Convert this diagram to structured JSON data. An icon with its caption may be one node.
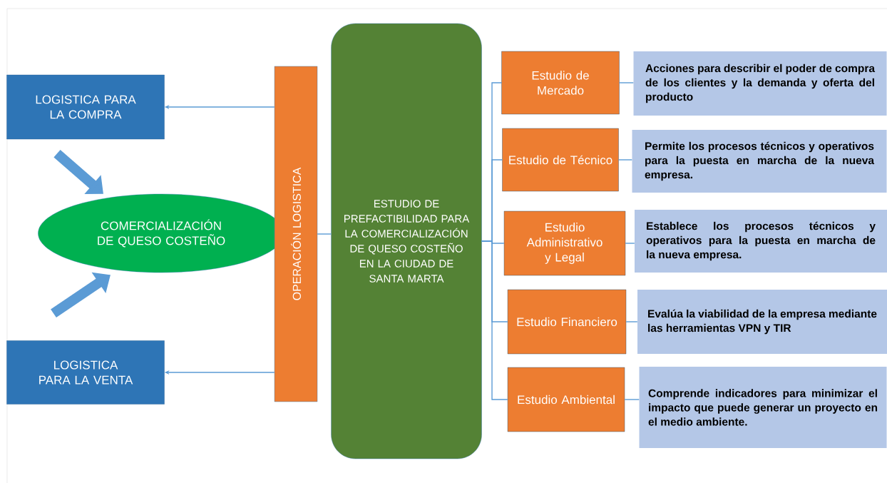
{
  "diagram": {
    "nodes": [
      {
        "text": [
          "LOGISTICA PARA LA COMPRA"
        ]
      },
      {
        "text": [
          "COMERCIALIZACIÓN DE QUESO COSTEÑO"
        ]
      },
      {
        "text": [
          "LOGISTICA PARA LA VENTA"
        ]
      },
      {
        "text": [
          "OPERACIÓN LOGISTICA"
        ]
      },
      {
        "text": [
          "ESTUDIO DE PREFACTIBILIDAD PARA LA COMERCIALIZACIÓN DE QUESO COSTEÑO EN LA CIUDAD DE SANTA MARTA"
        ]
      },
      {
        "text": [
          "Estudio de Mercado"
        ]
      },
      {
        "text": [
          "Acciones para describir el poder de compra de los clientes y la demanda y oferta del producto"
        ]
      },
      {
        "text": [
          "Estudio de Técnico"
        ]
      },
      {
        "text": [
          "Permite los procesos técnicos y operativos para la puesta en marcha de la nueva empresa."
        ]
      },
      {
        "text": [
          "Estudio Administrativo y Legal"
        ]
      },
      {
        "text": [
          "Establece los procesos técnicos y operativos para la puesta en marcha de la nueva empresa."
        ]
      },
      {
        "text": [
          "Estudio Financiero"
        ]
      },
      {
        "text": [
          "Evalúa la viabilidad de la empresa mediante las herramientas VPN y TIR"
        ]
      },
      {
        "text": [
          "Estudio Ambiental"
        ]
      },
      {
        "text": [
          "Comprende indicadores para minimizar el impacto que puede generar un proyecto en el medio ambiente."
        ]
      }
    ],
    "edges": [
      {
        "from": 3,
        "to": 0,
        "arrow": "to"
      },
      {
        "from": 3,
        "to": 2,
        "arrow": "to"
      },
      {
        "from": 0,
        "to": 1,
        "arrow": "to",
        "style": "thick"
      },
      {
        "from": 2,
        "to": 1,
        "arrow": "to",
        "style": "thick"
      },
      {
        "from": 4,
        "to": 3,
        "arrow": "none"
      },
      {
        "from": 4,
        "to": 5,
        "arrow": "none"
      },
      {
        "from": 4,
        "to": 7,
        "arrow": "none"
      },
      {
        "from": 4,
        "to": 9,
        "arrow": "none"
      },
      {
        "from": 4,
        "to": 11,
        "arrow": "none"
      },
      {
        "from": 4,
        "to": 13,
        "arrow": "none"
      },
      {
        "from": 5,
        "to": 6,
        "arrow": "none"
      },
      {
        "from": 7,
        "to": 8,
        "arrow": "none"
      },
      {
        "from": 9,
        "to": 10,
        "arrow": "none"
      },
      {
        "from": 11,
        "to": 12,
        "arrow": "none"
      },
      {
        "from": 13,
        "to": 14,
        "arrow": "none"
      }
    ]
  }
}
